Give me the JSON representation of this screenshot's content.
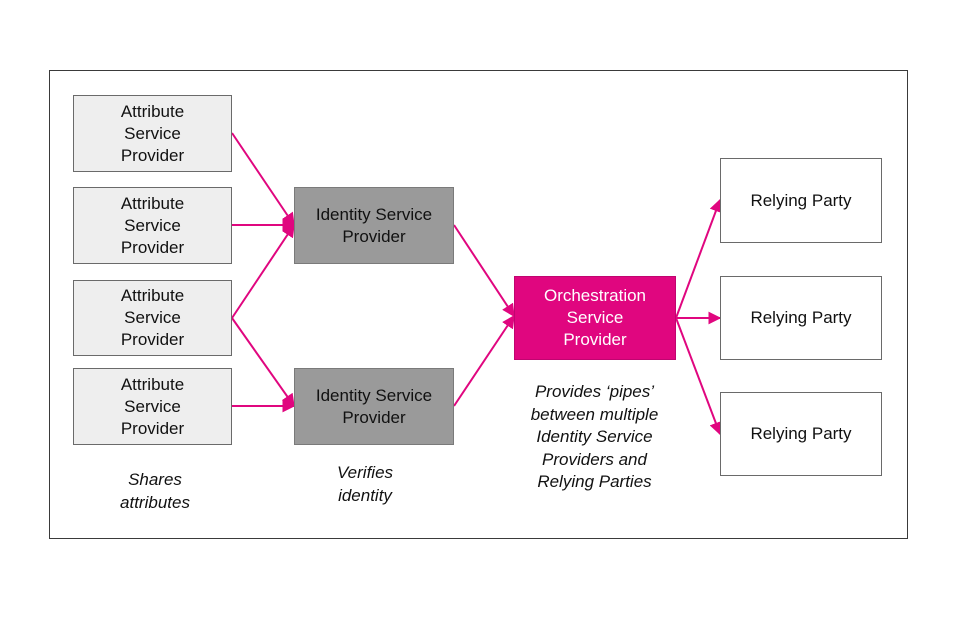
{
  "attribute_providers": [
    {
      "label": "Attribute Service Provider"
    },
    {
      "label": "Attribute Service Provider"
    },
    {
      "label": "Attribute Service Provider"
    },
    {
      "label": "Attribute Service Provider"
    }
  ],
  "identity_providers": [
    {
      "label": "Identity Service Provider"
    },
    {
      "label": "Identity Service Provider"
    }
  ],
  "orchestration": {
    "label": "Orchestration Service Provider"
  },
  "relying_parties": [
    {
      "label": "Relying Party"
    },
    {
      "label": "Relying Party"
    },
    {
      "label": "Relying Party"
    }
  ],
  "captions": {
    "shares": "Shares attributes",
    "verifies": "Verifies identity",
    "provides": "Provides ‘pipes’ between multiple Identity Service Providers and Relying Parties"
  },
  "colors": {
    "arrow": "#e0067f",
    "orchestration_fill": "#e0067f",
    "identity_fill": "#9a9a9a",
    "attribute_fill": "#eeeeee",
    "relying_fill": "#ffffff"
  }
}
